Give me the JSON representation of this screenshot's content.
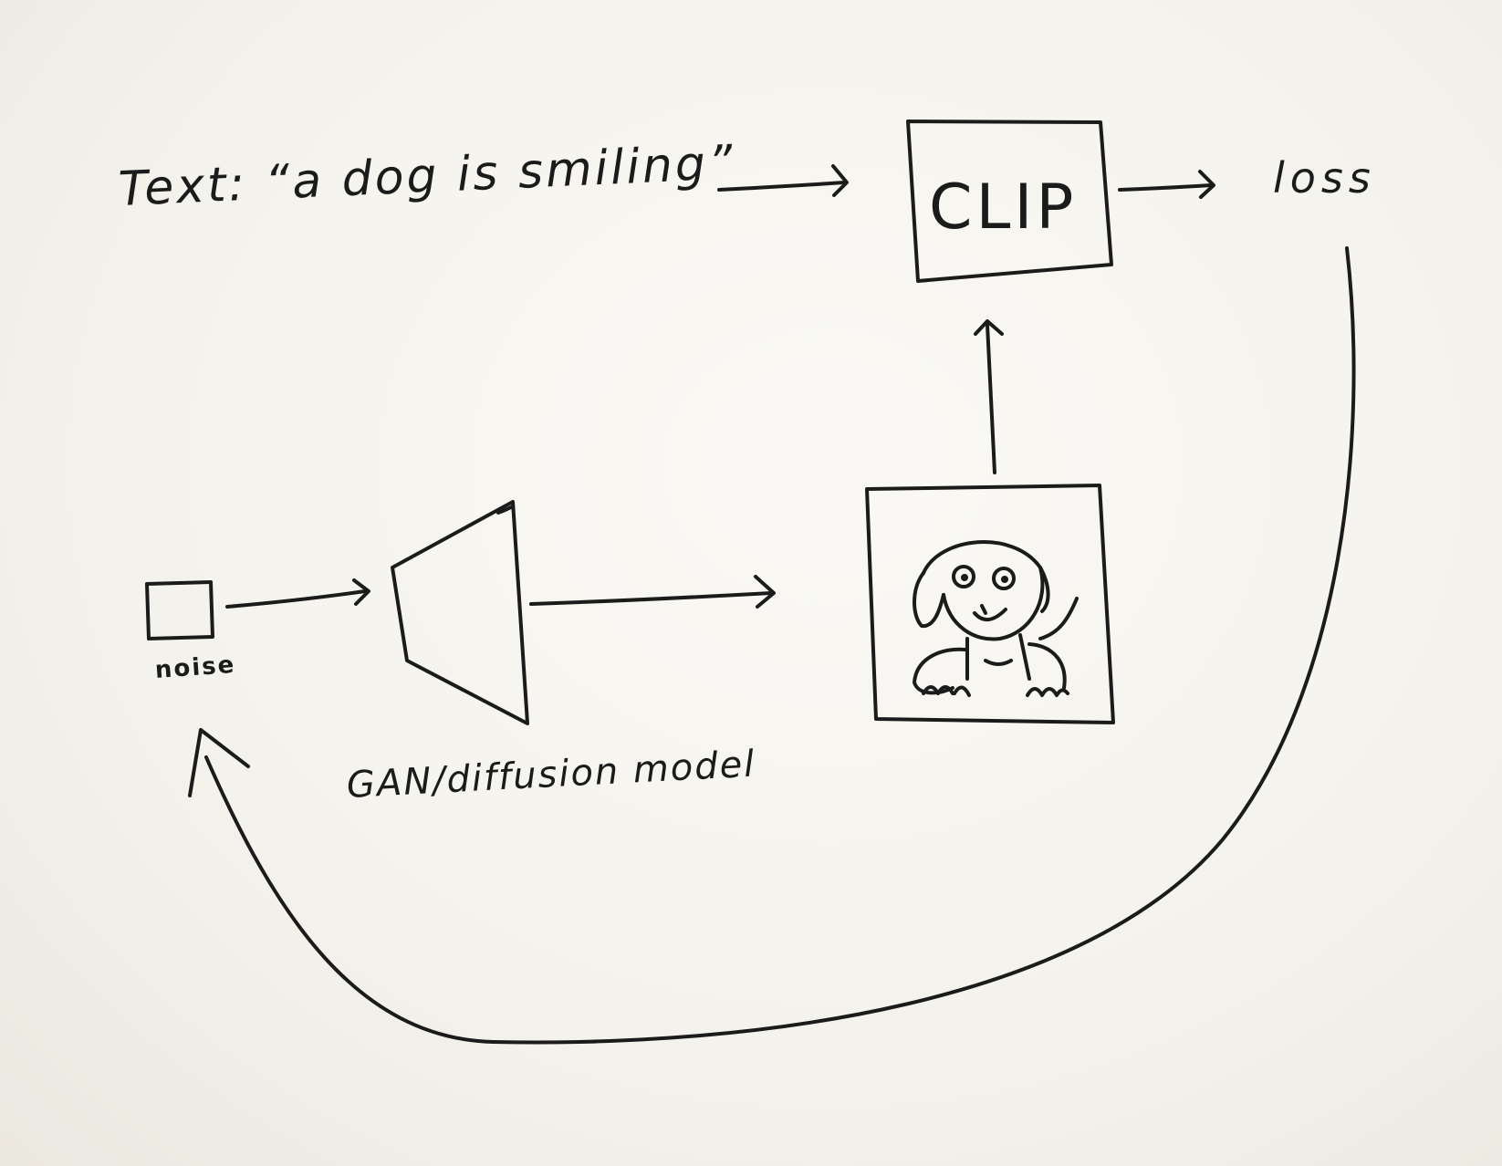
{
  "labels": {
    "text_prompt": "Text: “a dog is smiling”",
    "clip": "CLIP",
    "loss": "loss",
    "noise": "noise",
    "model": "GAN/diffusion model"
  },
  "colors": {
    "paper": "#f4f2ec",
    "ink": "#1b1b1b"
  }
}
